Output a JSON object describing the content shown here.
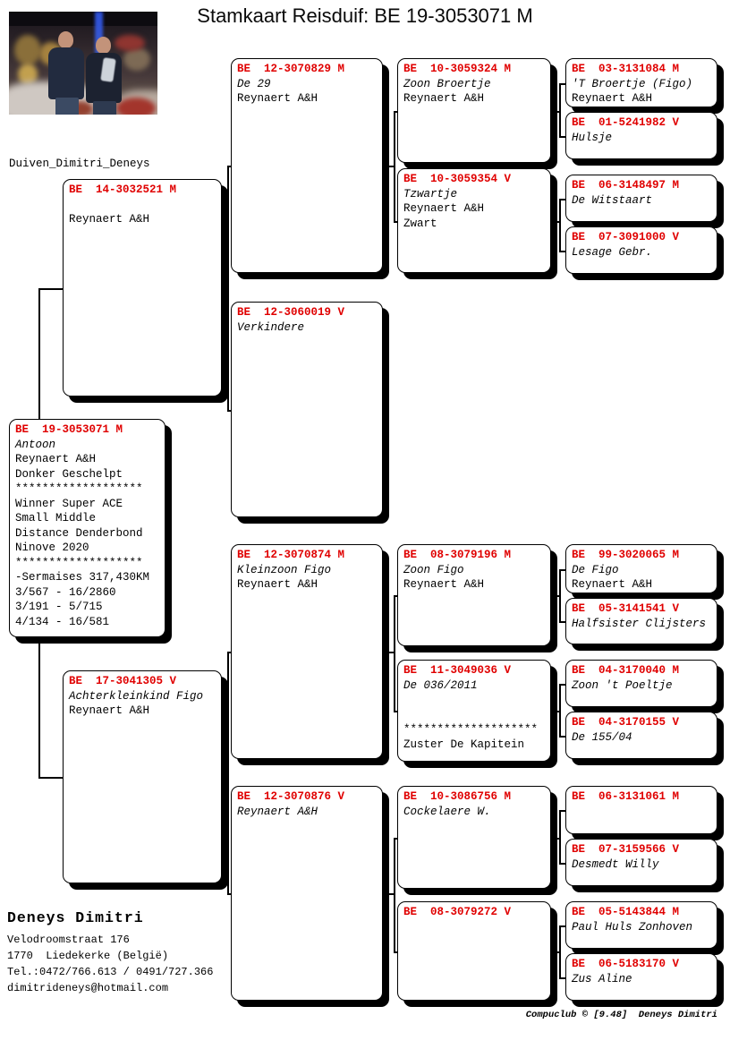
{
  "title": "Stamkaart Reisduif: BE  19-3053071 M",
  "photo_caption": "Duiven_Dimitri_Deneys",
  "colors": {
    "ring_red": "#e00000",
    "text": "#000000",
    "box_shadow": "#000000"
  },
  "footer": {
    "owner": "Deneys Dimitri",
    "address1": "Velodroomstraat 176",
    "address2": "1770  Liedekerke (België)",
    "phone": "Tel.:0472/766.613 / 0491/727.366",
    "email": "dimitrideneys@hotmail.com",
    "credit": "Compuclub © [9.48]  Deneys Dimitri"
  },
  "boxes": {
    "subject": {
      "ring": "BE  19-3053071 M",
      "lines": [
        {
          "t": "Antoon",
          "i": true
        },
        {
          "t": "Reynaert A&H"
        },
        {
          "t": "Donker Geschelpt"
        },
        {
          "t": "*******************"
        },
        {
          "t": "Winner Super ACE"
        },
        {
          "t": "Small Middle"
        },
        {
          "t": "Distance Denderbond"
        },
        {
          "t": "Ninove 2020"
        },
        {
          "t": "*******************"
        },
        {
          "t": "-Sermaises 317,430KM"
        },
        {
          "t": "3/567 - 16/2860"
        },
        {
          "t": "3/191 - 5/715"
        },
        {
          "t": "4/134 - 16/581"
        }
      ]
    },
    "sire": {
      "ring": "BE  14-3032521 M",
      "lines": [
        {
          "t": ""
        },
        {
          "t": "Reynaert A&H"
        }
      ]
    },
    "dam": {
      "ring": "BE  17-3041305 V",
      "lines": [
        {
          "t": "Achterkleinkind Figo",
          "i": true
        },
        {
          "t": "Reynaert A&H"
        }
      ]
    },
    "g3a": {
      "ring": "BE  12-3070829 M",
      "lines": [
        {
          "t": "De 29",
          "i": true
        },
        {
          "t": "Reynaert A&H"
        }
      ]
    },
    "g3b": {
      "ring": "BE  12-3060019 V",
      "lines": [
        {
          "t": "Verkindere",
          "i": true
        }
      ]
    },
    "g3c": {
      "ring": "BE  12-3070874 M",
      "lines": [
        {
          "t": "Kleinzoon Figo",
          "i": true
        },
        {
          "t": "Reynaert A&H"
        }
      ]
    },
    "g3d": {
      "ring": "BE  12-3070876 V",
      "lines": [
        {
          "t": "Reynaert A&H",
          "i": true
        }
      ]
    },
    "g4a": {
      "ring": "BE  10-3059324 M",
      "lines": [
        {
          "t": "Zoon Broertje",
          "i": true
        },
        {
          "t": "Reynaert A&H"
        }
      ]
    },
    "g4b": {
      "ring": "BE  10-3059354 V",
      "lines": [
        {
          "t": "Tzwartje",
          "i": true
        },
        {
          "t": "Reynaert A&H"
        },
        {
          "t": "Zwart"
        }
      ]
    },
    "g4c": {
      "ring": "BE  08-3079196 M",
      "lines": [
        {
          "t": "Zoon Figo",
          "i": true
        },
        {
          "t": "Reynaert A&H"
        }
      ]
    },
    "g4d": {
      "ring": "BE  11-3049036 V",
      "lines": [
        {
          "t": "De 036/2011",
          "i": true
        },
        {
          "t": ""
        },
        {
          "t": ""
        },
        {
          "t": "********************"
        },
        {
          "t": "Zuster De Kapitein"
        }
      ]
    },
    "g4e": {
      "ring": "BE  10-3086756 M",
      "lines": [
        {
          "t": "Cockelaere W.",
          "i": true
        }
      ]
    },
    "g4f": {
      "ring": "BE  08-3079272 V",
      "lines": []
    },
    "g5a": {
      "ring": "BE  03-3131084 M",
      "lines": [
        {
          "t": "'T Broertje (Figo)",
          "i": true
        },
        {
          "t": "Reynaert A&H"
        }
      ]
    },
    "g5b": {
      "ring": "BE  01-5241982 V",
      "lines": [
        {
          "t": "Hulsje",
          "i": true
        }
      ]
    },
    "g5c": {
      "ring": "BE  06-3148497 M",
      "lines": [
        {
          "t": "De Witstaart",
          "i": true
        }
      ]
    },
    "g5d": {
      "ring": "BE  07-3091000 V",
      "lines": [
        {
          "t": "Lesage Gebr.",
          "i": true
        }
      ]
    },
    "g5e": {
      "ring": "BE  99-3020065 M",
      "lines": [
        {
          "t": "De Figo",
          "i": true
        },
        {
          "t": "Reynaert A&H"
        }
      ]
    },
    "g5f": {
      "ring": "BE  05-3141541 V",
      "lines": [
        {
          "t": "Halfsister Clijsters",
          "i": true
        }
      ]
    },
    "g5g": {
      "ring": "BE  04-3170040 M",
      "lines": [
        {
          "t": "Zoon 't Poeltje",
          "i": true
        }
      ]
    },
    "g5h": {
      "ring": "BE  04-3170155 V",
      "lines": [
        {
          "t": "De 155/04",
          "i": true
        }
      ]
    },
    "g5i": {
      "ring": "BE  06-3131061 M",
      "lines": []
    },
    "g5j": {
      "ring": "BE  07-3159566 V",
      "lines": [
        {
          "t": "Desmedt Willy",
          "i": true
        }
      ]
    },
    "g5k": {
      "ring": "BE  05-5143844 M",
      "lines": [
        {
          "t": "Paul Huls Zonhoven",
          "i": true
        }
      ]
    },
    "g5l": {
      "ring": "BE  06-5183170 V",
      "lines": [
        {
          "t": "Zus Aline",
          "i": true
        }
      ]
    }
  }
}
